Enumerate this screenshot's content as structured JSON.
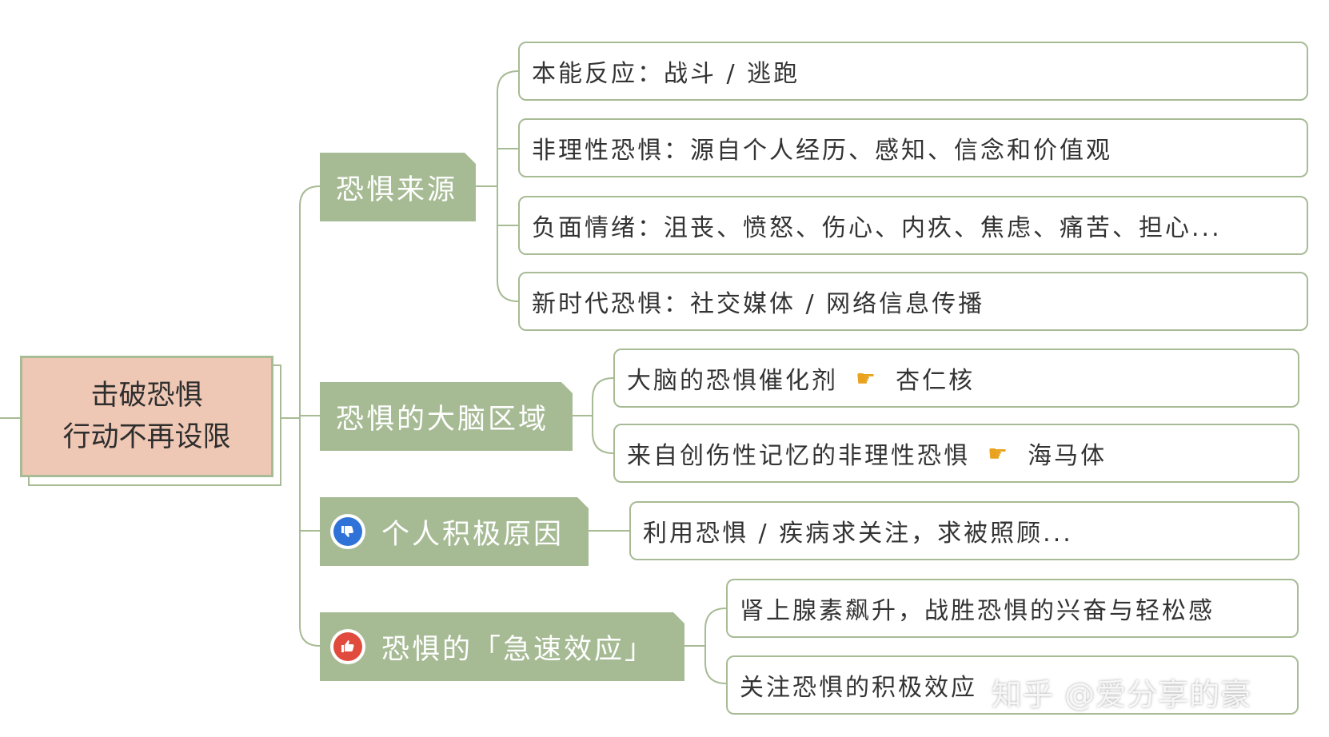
{
  "root": {
    "line1": "击破恐惧",
    "line2": "行动不再设限"
  },
  "branches": [
    {
      "label": "恐惧来源",
      "leaves": [
        "本能反应：战斗 / 逃跑",
        "非理性恐惧：源自个人经历、感知、信念和价值观",
        "负面情绪：沮丧、愤怒、伤心、内疚、焦虑、痛苦、担心...",
        "新时代恐惧：社交媒体 / 网络信息传播"
      ]
    },
    {
      "label": "恐惧的大脑区域",
      "leaves": [
        {
          "text": "大脑的恐惧催化剂",
          "target": "杏仁核"
        },
        {
          "text": "来自创伤性记忆的非理性恐惧",
          "target": "海马体"
        }
      ]
    },
    {
      "label": "个人积极原因",
      "icon": "thumbs-down-icon",
      "icon_color": "#2f73d9",
      "leaves": [
        "利用恐惧 / 疾病求关注，求被照顾..."
      ]
    },
    {
      "label": "恐惧的「急速效应」",
      "icon": "thumbs-up-icon",
      "icon_color": "#e04b3e",
      "leaves": [
        "肾上腺素飙升，战胜恐惧的兴奋与轻松感",
        "关注恐惧的积极效应"
      ]
    }
  ],
  "colors": {
    "root_fill": "#efc8b5",
    "branch_fill": "#a6bb94",
    "outline": "#a7bb95"
  },
  "watermark": "知乎 @爱分享的豪"
}
